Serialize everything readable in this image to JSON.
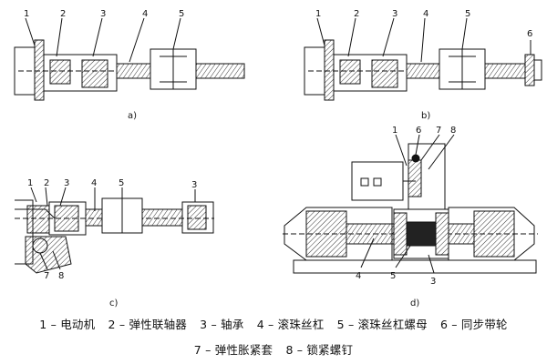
{
  "figure": {
    "subfigures": [
      {
        "caption": "a)",
        "part_numbers": [
          "1",
          "2",
          "3",
          "4",
          "5"
        ]
      },
      {
        "caption": "b)",
        "part_numbers": [
          "1",
          "2",
          "3",
          "4",
          "5",
          "6"
        ]
      },
      {
        "caption": "c)",
        "part_numbers": [
          "1",
          "2",
          "3",
          "4",
          "5",
          "3",
          "7",
          "8"
        ]
      },
      {
        "caption": "d)",
        "part_numbers": [
          "1",
          "6",
          "7",
          "8",
          "4",
          "5",
          "3"
        ]
      }
    ],
    "legend": [
      "1 – 电动机",
      "2 – 弹性联轴器",
      "3 – 轴承",
      "4 – 滚珠丝杠",
      "5 – 滚珠丝杠螺母",
      "6 – 同步带轮",
      "7 – 弹性胀紧套",
      "8 – 锁紧螺钉"
    ]
  },
  "colors": {
    "line": "#111111",
    "hatch": "#333333",
    "background": "#ffffff"
  }
}
